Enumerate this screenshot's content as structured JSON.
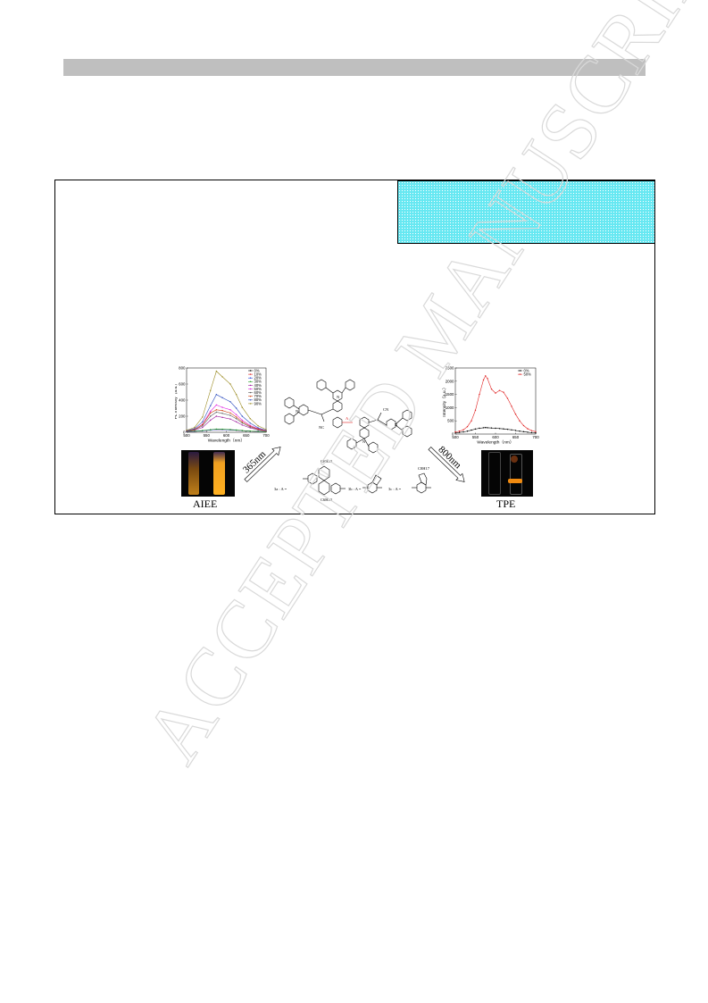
{
  "watermark": {
    "text": "ACCEPTED MANUSCRIPT",
    "color": "#d9d9d9"
  },
  "captions": {
    "left": "AIEE",
    "right": "TPE"
  },
  "arrows": {
    "left": "365nm",
    "right": "800nm"
  },
  "molecule": {
    "labels": {
      "nc": "NC",
      "cn": "CN",
      "a": "A",
      "n": "N"
    },
    "options": [
      {
        "code": "3a",
        "eq": "3a : A =",
        "substituent": "C6H13"
      },
      {
        "code": "3b",
        "eq": "3b : A =",
        "substituent": ""
      },
      {
        "code": "3c",
        "eq": "3c : A =",
        "substituent": "C8H17"
      }
    ]
  },
  "chart_data": [
    {
      "type": "line",
      "xlabel": "Wavelength（nm）",
      "ylabel": "PL Intensity（a.u.）",
      "xlim": [
        500,
        700
      ],
      "ylim": [
        0,
        800
      ],
      "xticks": [
        500,
        550,
        600,
        650,
        700
      ],
      "yticks": [
        0,
        200,
        400,
        600,
        800
      ],
      "grid": false,
      "legend": "top-right",
      "x": [
        500,
        520,
        540,
        560,
        575,
        590,
        610,
        625,
        640,
        660,
        680,
        700
      ],
      "series": [
        {
          "name": "0%",
          "color": "#000000",
          "values": [
            10,
            12,
            18,
            28,
            35,
            34,
            30,
            26,
            20,
            14,
            10,
            8
          ]
        },
        {
          "name": "10%",
          "color": "#e02020",
          "values": [
            10,
            12,
            18,
            28,
            35,
            34,
            30,
            26,
            20,
            14,
            10,
            8
          ]
        },
        {
          "name": "20%",
          "color": "#2040e0",
          "values": [
            10,
            12,
            18,
            28,
            35,
            34,
            30,
            26,
            20,
            14,
            10,
            8
          ]
        },
        {
          "name": "30%",
          "color": "#20a020",
          "values": [
            12,
            15,
            22,
            32,
            40,
            38,
            34,
            28,
            22,
            15,
            11,
            8
          ]
        },
        {
          "name": "40%",
          "color": "#a020a0",
          "values": [
            15,
            25,
            60,
            150,
            200,
            185,
            165,
            130,
            90,
            55,
            30,
            15
          ]
        },
        {
          "name": "50%",
          "color": "#e020e0",
          "values": [
            18,
            35,
            100,
            260,
            340,
            310,
            280,
            220,
            150,
            85,
            45,
            20
          ]
        },
        {
          "name": "60%",
          "color": "#606060",
          "values": [
            16,
            30,
            80,
            200,
            250,
            235,
            210,
            170,
            115,
            65,
            35,
            16
          ]
        },
        {
          "name": "70%",
          "color": "#d04010",
          "values": [
            18,
            35,
            95,
            240,
            280,
            270,
            240,
            190,
            130,
            75,
            40,
            18
          ]
        },
        {
          "name": "80%",
          "color": "#3050c0",
          "values": [
            20,
            45,
            130,
            330,
            470,
            430,
            380,
            300,
            200,
            115,
            55,
            25
          ]
        },
        {
          "name": "90%",
          "color": "#9a8a20",
          "values": [
            25,
            60,
            190,
            520,
            760,
            690,
            600,
            470,
            310,
            170,
            80,
            35
          ]
        }
      ]
    },
    {
      "type": "line",
      "xlabel": "Wavelength（nm）",
      "ylabel": "Intensity（a.u.）",
      "xlim": [
        500,
        700
      ],
      "ylim": [
        0,
        2500
      ],
      "xticks": [
        500,
        550,
        600,
        650,
        700
      ],
      "yticks": [
        0,
        500,
        1000,
        1500,
        2000,
        2500
      ],
      "grid": false,
      "legend": "top-right",
      "x": [
        500,
        510,
        520,
        530,
        540,
        550,
        560,
        570,
        575,
        580,
        590,
        600,
        610,
        620,
        630,
        640,
        650,
        660,
        670,
        680,
        690,
        700
      ],
      "series": [
        {
          "name": "0%",
          "color": "#000000",
          "values": [
            50,
            60,
            80,
            110,
            150,
            190,
            220,
            240,
            245,
            240,
            230,
            220,
            210,
            195,
            180,
            160,
            135,
            110,
            90,
            70,
            55,
            45
          ]
        },
        {
          "name": "50%",
          "color": "#e02020",
          "values": [
            80,
            110,
            160,
            280,
            500,
            900,
            1500,
            2050,
            2200,
            2100,
            1700,
            1550,
            1650,
            1580,
            1350,
            1050,
            750,
            500,
            320,
            200,
            130,
            90
          ]
        }
      ]
    }
  ]
}
